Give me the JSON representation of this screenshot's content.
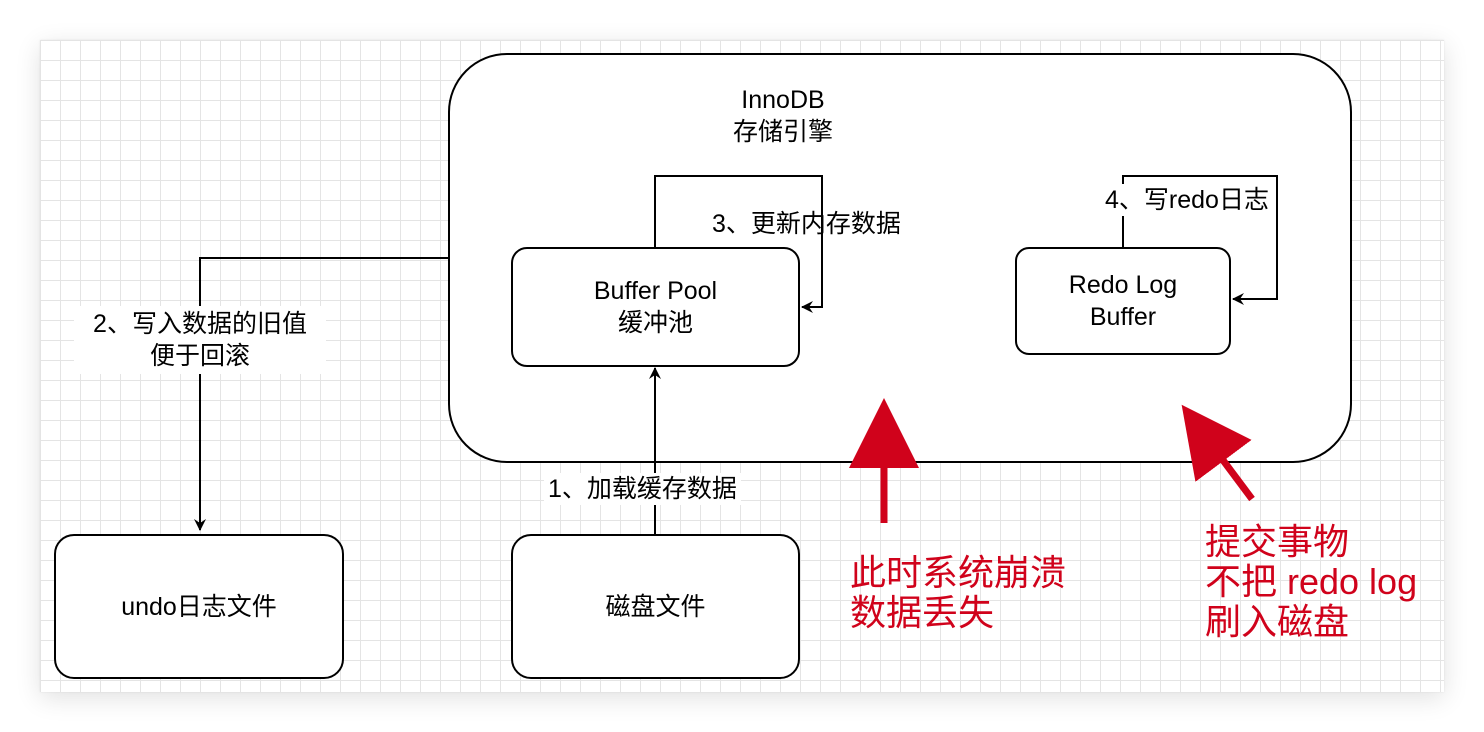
{
  "engine": {
    "line1": "InnoDB",
    "line2": "存储引擎"
  },
  "buffer_pool": {
    "line1": "Buffer Pool",
    "line2": "缓冲池"
  },
  "redo_log_buffer": {
    "line1": "Redo Log",
    "line2": "Buffer"
  },
  "undo_file": {
    "label": "undo日志文件"
  },
  "disk_file": {
    "label": "磁盘文件"
  },
  "steps": {
    "step1": "1、加载缓存数据",
    "step2_line1": "2、写入数据的旧值",
    "step2_line2": "便于回滚",
    "step3": "3、更新内存数据",
    "step4": "4、写redo日志"
  },
  "annotations": {
    "crash": {
      "line1": "此时系统崩溃",
      "line2": "数据丢失"
    },
    "commit": {
      "line1": "提交事物",
      "line2": "不把 redo log",
      "line3": "刷入磁盘"
    }
  },
  "colors": {
    "annotation": "#d0021b",
    "stroke": "#000000",
    "grid": "#e4e4e4"
  }
}
